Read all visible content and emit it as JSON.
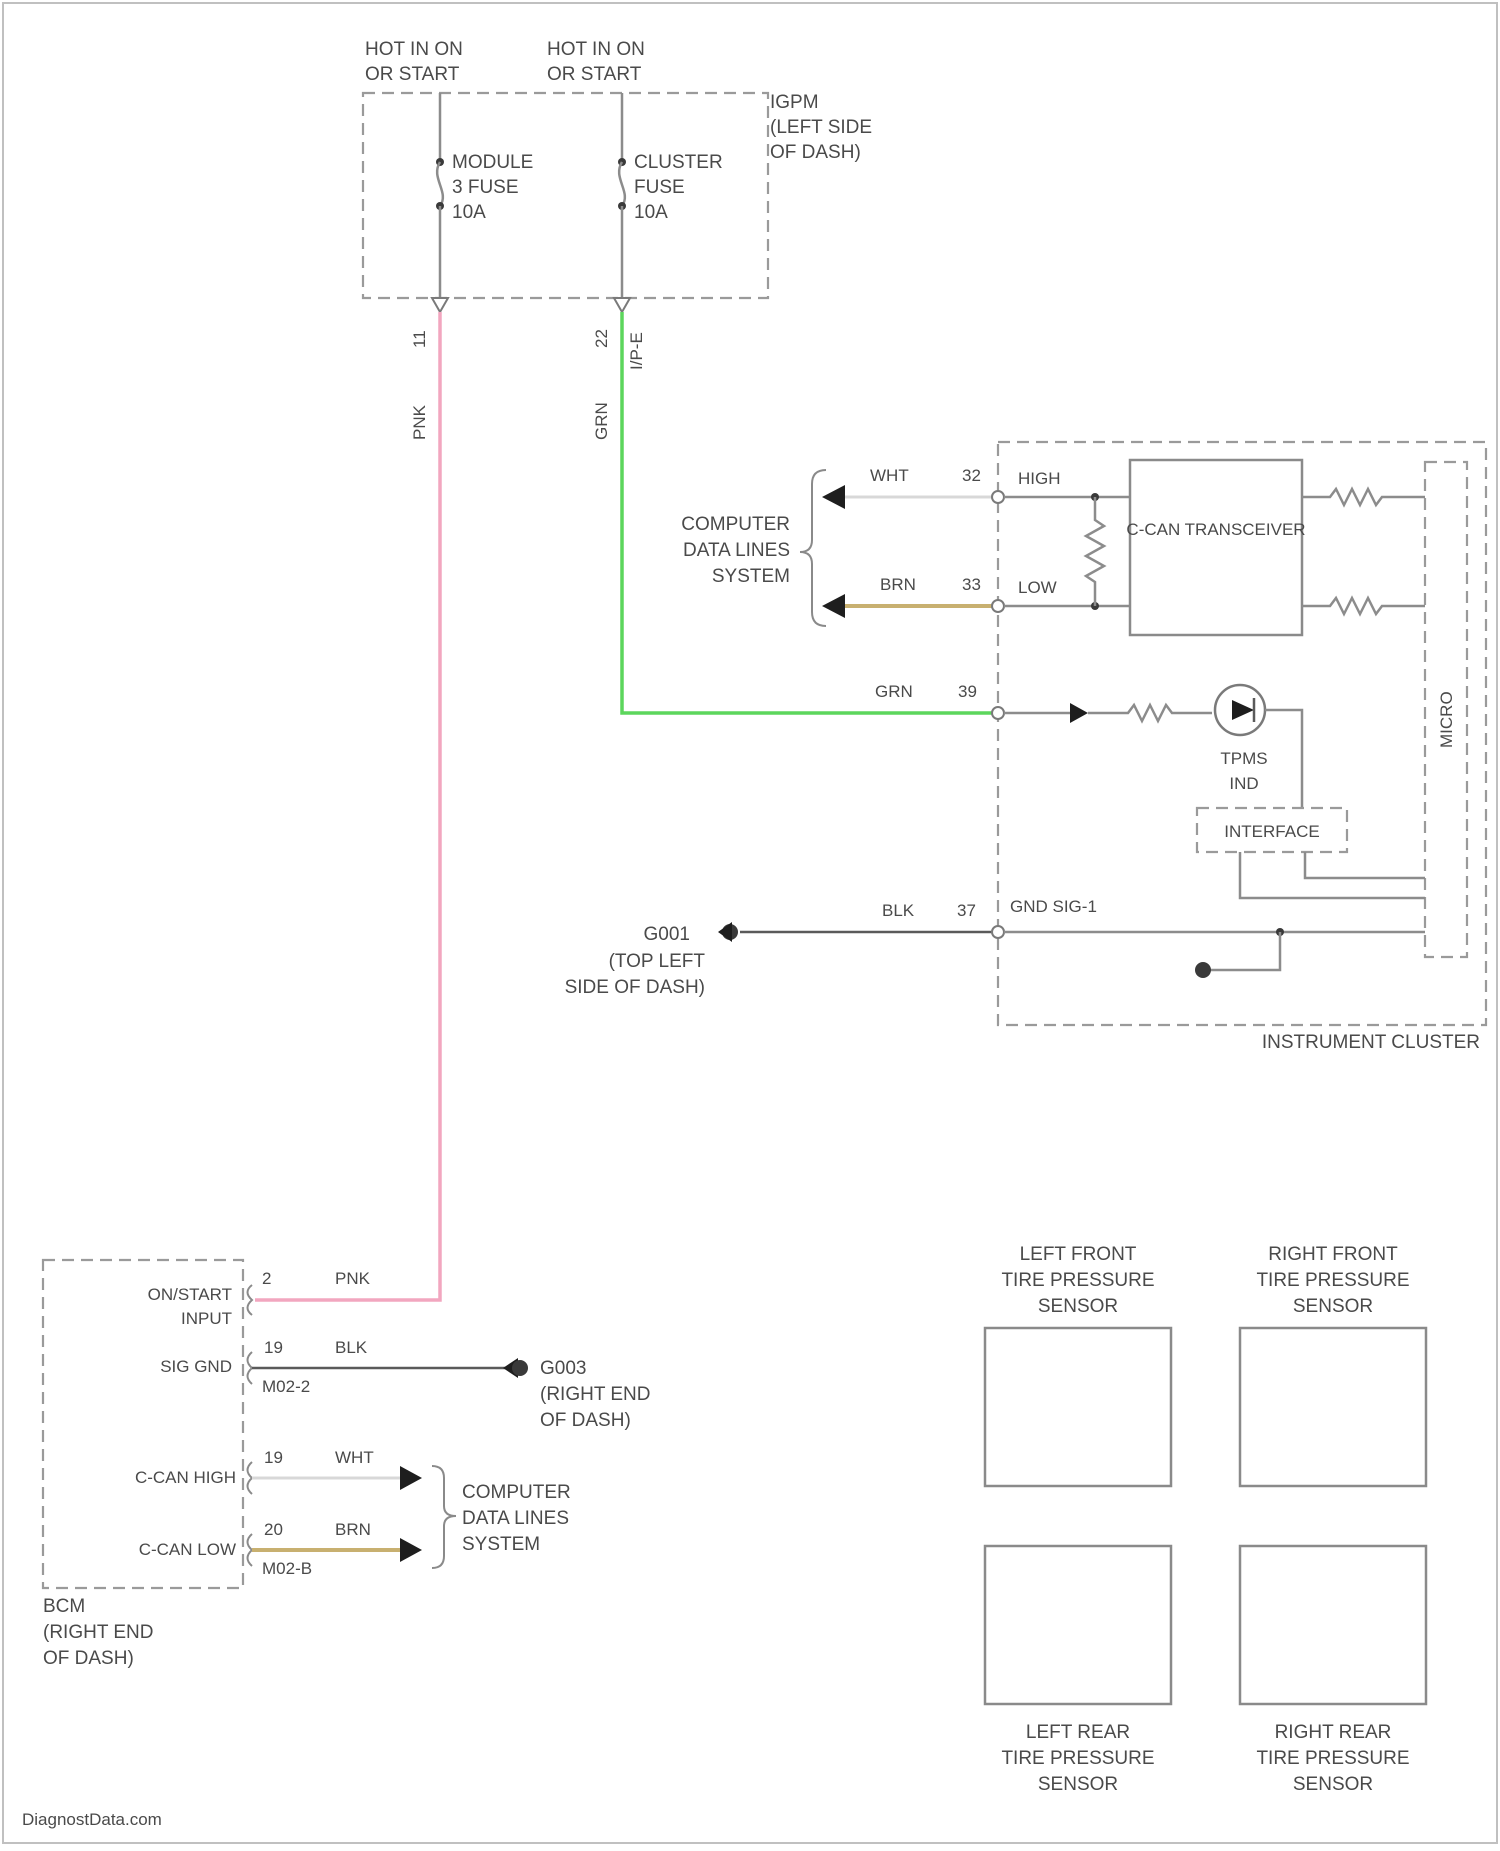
{
  "fuse_block": {
    "feed_left": [
      "HOT IN ON",
      "OR START"
    ],
    "feed_right": [
      "HOT IN ON",
      "OR START"
    ],
    "name": [
      "IGPM",
      "(LEFT SIDE",
      "OF DASH)"
    ],
    "fuse_left": [
      "MODULE",
      "3 FUSE",
      "10A"
    ],
    "fuse_right": [
      "CLUSTER",
      "FUSE",
      "10A"
    ],
    "pin_left": "11",
    "pin_right": "22",
    "pin_right_conn": "I/P-E",
    "wire_left_color": "PNK",
    "wire_right_color": "GRN"
  },
  "cluster": {
    "title": "INSTRUMENT CLUSTER",
    "data_lines": [
      "COMPUTER",
      "DATA LINES",
      "SYSTEM"
    ],
    "high_wire_color": "WHT",
    "high_pin": "32",
    "high_label": "HIGH",
    "low_wire_color": "BRN",
    "low_pin": "33",
    "low_label": "LOW",
    "transceiver": "C-CAN TRANSCEIVER",
    "tpms_wire_color": "GRN",
    "tpms_pin": "39",
    "tpms_label": [
      "TPMS",
      "IND"
    ],
    "interface": "INTERFACE",
    "micro": "MICRO",
    "gnd_wire_color": "BLK",
    "gnd_pin": "37",
    "gnd_label": "GND SIG-1",
    "ground_ref": [
      "G001",
      "(TOP LEFT",
      "SIDE OF DASH)"
    ]
  },
  "bcm": {
    "name": [
      "BCM",
      "(RIGHT END",
      "OF DASH)"
    ],
    "on_start": [
      "ON/START",
      "INPUT"
    ],
    "on_start_pin": "2",
    "on_start_color": "PNK",
    "sig_gnd": "SIG GND",
    "sig_gnd_pin": "19",
    "sig_gnd_color": "BLK",
    "sig_gnd_conn": "M02-2",
    "ground_ref": [
      "G003",
      "(RIGHT END",
      "OF DASH)"
    ],
    "can_high": "C-CAN HIGH",
    "can_high_pin": "19",
    "can_high_color": "WHT",
    "can_low": "C-CAN LOW",
    "can_low_pin": "20",
    "can_low_color": "BRN",
    "can_conn": "M02-B",
    "data_lines": [
      "COMPUTER",
      "DATA LINES",
      "SYSTEM"
    ]
  },
  "sensors": {
    "lf": [
      "LEFT FRONT",
      "TIRE PRESSURE",
      "SENSOR"
    ],
    "rf": [
      "RIGHT FRONT",
      "TIRE PRESSURE",
      "SENSOR"
    ],
    "lr": [
      "LEFT REAR",
      "TIRE PRESSURE",
      "SENSOR"
    ],
    "rr": [
      "RIGHT REAR",
      "TIRE PRESSURE",
      "SENSOR"
    ]
  },
  "watermark": "DiagnostData.com",
  "colors": {
    "pink_wire": "#f2a6bf",
    "green_wire": "#5cd65c",
    "brown_wire": "#c8b070",
    "white_wire": "#d8d8d8",
    "black_wire": "#5a5a5a"
  }
}
